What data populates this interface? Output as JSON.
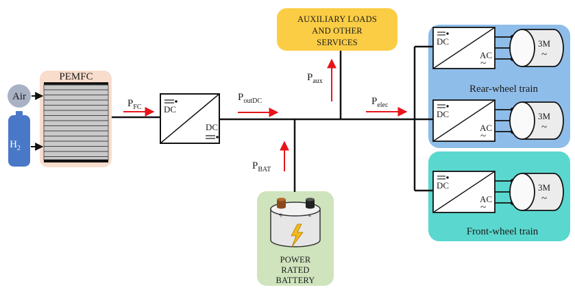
{
  "inputs": {
    "air": "Air",
    "h2_main": "H",
    "h2_sub": "2"
  },
  "fuel_cell": {
    "label": "PEMFC"
  },
  "converter": {
    "top_label": "DC",
    "bottom_label": "DC"
  },
  "flows": {
    "p_fc": {
      "main": "P",
      "sub": "FC"
    },
    "p_outdc": {
      "main": "P",
      "sub": "outDC"
    },
    "p_aux": {
      "main": "P",
      "sub": "aux"
    },
    "p_elec": {
      "main": "P",
      "sub": "elec"
    },
    "p_bat": {
      "main": "P",
      "sub": "BAT"
    }
  },
  "auxiliary": {
    "line1": "AUXILIARY LOADS",
    "line2": "AND OTHER",
    "line3": "SERVICES"
  },
  "battery": {
    "line1": "POWER",
    "line2": "RATED",
    "line3": "BATTERY",
    "plus": "+",
    "minus": "-"
  },
  "trains": {
    "rear": {
      "label": "Rear-wheel train"
    },
    "front": {
      "label": "Front-wheel train"
    }
  },
  "inverter": {
    "dc_label": "DC",
    "ac_label": "AC",
    "motor_label": "3M",
    "wave": "~"
  },
  "colors": {
    "pemfc_bg": "#f8dccc",
    "aux_bg": "#fbcd45",
    "battery_bg": "#cfe4bd",
    "rear_bg": "#8fbde9",
    "front_bg": "#5ad8cf",
    "arrow": "#e8141b",
    "tank": "#4a78c8",
    "air": "#a9b2c4"
  }
}
